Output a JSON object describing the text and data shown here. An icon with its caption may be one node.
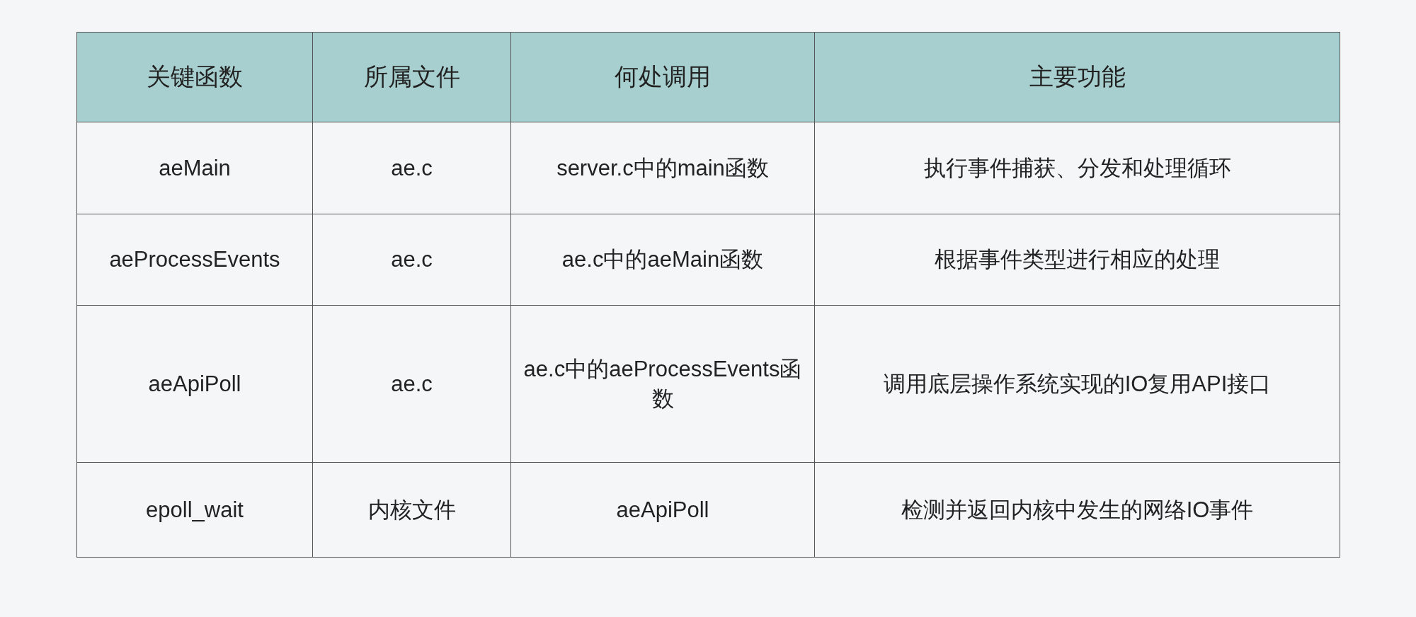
{
  "diagram": {
    "labels": [
      "关键函数",
      "所属文件",
      "何处调用",
      "主要功能",
      "aeMain",
      "ae.c",
      "server.c中的main函数",
      "执行事件捕获、分发和处理循环",
      "aeProcessEvents",
      "ae.c",
      "ae.c中的aeMain函数",
      "根据事件类型进行相应的处理",
      "aeApiPoll",
      "ae.c",
      "ae.c中的aeProcessEvents函数",
      "调用底层操作系统实现的IO复用API接口",
      "epoll_wait",
      "内核文件",
      "aeApiPoll",
      "检测并返回内核中发生的网络IO事件"
    ]
  }
}
